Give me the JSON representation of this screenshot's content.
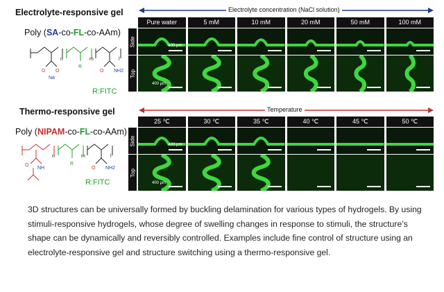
{
  "panel1": {
    "title": "Electrolyte-responsive gel",
    "poly_prefix": "Poly (",
    "poly_m1": "SA",
    "poly_sep1": "-co-",
    "poly_m2": "FL",
    "poly_sep2": "-co-AAm)",
    "r_label": "R:FITC",
    "axis_label": "Electrolyte concentration (NaCl  solution)",
    "columns": [
      "Pure water",
      "5 mM",
      "10 mM",
      "20 mM",
      "50 mM",
      "100 mM"
    ],
    "row_side": "Side",
    "row_top": "Top",
    "scale_label": "400 μm"
  },
  "panel2": {
    "title": "Thermo-responsive gel",
    "poly_prefix": "Poly (",
    "poly_m1": "NIPAM",
    "poly_sep1": "-co-",
    "poly_m2": "FL",
    "poly_sep2": "-co-AAm)",
    "r_label": "R:FITC",
    "axis_label": "Temperature",
    "columns": [
      "25 ℃",
      "30 ℃",
      "35 ℃",
      "40 ℃",
      "45 ℃",
      "50 ℃"
    ],
    "row_side": "Side",
    "row_top": "Top",
    "scale_label": "400 μm"
  },
  "chem": {
    "n": "n",
    "m": "m",
    "l": "l",
    "r": "R",
    "o": "O",
    "na": "Na",
    "nh2": "NH2",
    "nh": "NH"
  },
  "paragraph": "3D structures can be universally formed by buckling delamination for various types of hydrogels. By using stimuli-responsive hydrogels, whose degree of swelling changes in response to stimuli, the structure’s shape can be dynamically and reversibly controlled. Examples include fine control of structure using an electrolyte-responsive gel and structure switching using a thermo-responsive gel.",
  "colors": {
    "axis1": "#1e3a8a",
    "axis2": "#c0312f",
    "gel_green": "#3fd63f"
  }
}
